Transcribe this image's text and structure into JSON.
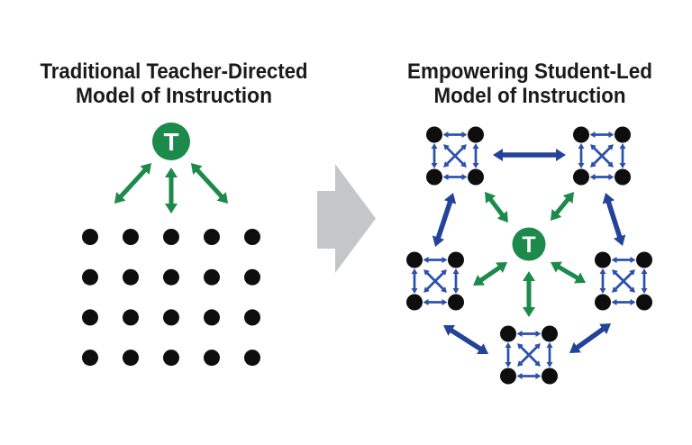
{
  "left_panel": {
    "title_line1": "Traditional Teacher-Directed",
    "title_line2": "Model of Instruction",
    "teacher_label": "T",
    "students": {
      "rows": 4,
      "cols": 5,
      "count": 20
    }
  },
  "right_panel": {
    "title_line1": "Empowering Student-Led",
    "title_line2": "Model of Instruction",
    "teacher_label": "T",
    "groups": {
      "count": 5,
      "students_per_group": 4
    }
  },
  "colors": {
    "teacher_green": "#1b8a4a",
    "network_blue": "#23429a",
    "intra_group_blue": "#2b50ac",
    "student_black": "#0e0e0e",
    "transform_gray": "#c5c6c8",
    "title_text": "#1a1a1a"
  },
  "icons": {
    "transform_arrow": "right-block-arrow",
    "teacher_node": "circle-T-badge",
    "link_arrows": "double-headed-arrow"
  }
}
